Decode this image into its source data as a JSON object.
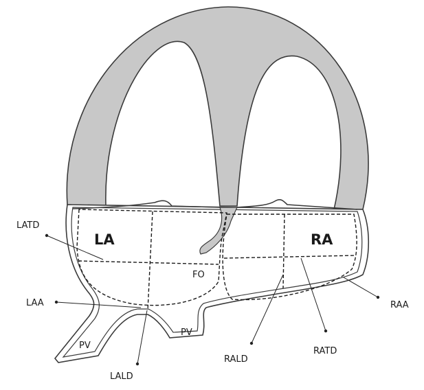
{
  "diagram": {
    "chambers": {
      "left_atrium": "LA",
      "right_atrium": "RA"
    },
    "labels": {
      "latd": "LATD",
      "laa": "LAA",
      "lald": "LALD",
      "pv_left": "PV",
      "pv_right": "PV",
      "fo": "FO",
      "raa": "RAA",
      "rald": "RALD",
      "ratd": "RATD"
    },
    "colors": {
      "myocardium_fill": "#c8c8c8",
      "outline": "#3a3a3a",
      "background": "#ffffff"
    }
  }
}
